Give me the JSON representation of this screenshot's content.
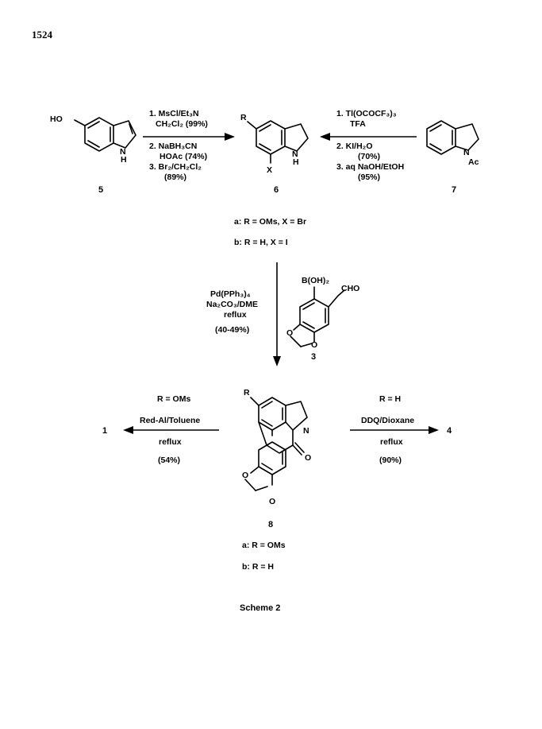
{
  "page_number": "1524",
  "compounds": {
    "c5": "5",
    "c6": "6",
    "c7": "7",
    "c3": "3",
    "c8": "8",
    "c1": "1",
    "c4": "4"
  },
  "atoms": {
    "ho": "HO",
    "n": "N",
    "h": "H",
    "r": "R",
    "x": "X",
    "ac": "Ac",
    "o": "O",
    "boh2": "B(OH)₂",
    "cho": "CHO"
  },
  "step_5_to_6": [
    "1. MsCl/Et₃N",
    "CH₂Cl₂ (99%)",
    "2. NaBH₃CN",
    "HOAc (74%)",
    "3. Br₂/CH₂Cl₂",
    "(89%)"
  ],
  "step_7_to_6": [
    "1. Tl(OCOCF₃)₃",
    "TFA",
    "2. KI/H₂O",
    "(70%)",
    "3. aq NaOH/EtOH",
    "(95%)"
  ],
  "variants_6": {
    "a": "a: R = OMs, X = Br",
    "b": "b: R = H, X = I"
  },
  "step_6_to_8": [
    "Pd(PPh₃)₄",
    "Na₂CO₃/DME",
    "reflux",
    "(40-49%)"
  ],
  "step_8_to_1": [
    "R = OMs",
    "Red-Al/Toluene",
    "reflux",
    "(54%)"
  ],
  "step_8_to_4": [
    "R = H",
    "DDQ/Dioxane",
    "reflux",
    "(90%)"
  ],
  "variants_8": {
    "a": "a: R = OMs",
    "b": "b: R = H"
  },
  "caption": "Scheme 2"
}
